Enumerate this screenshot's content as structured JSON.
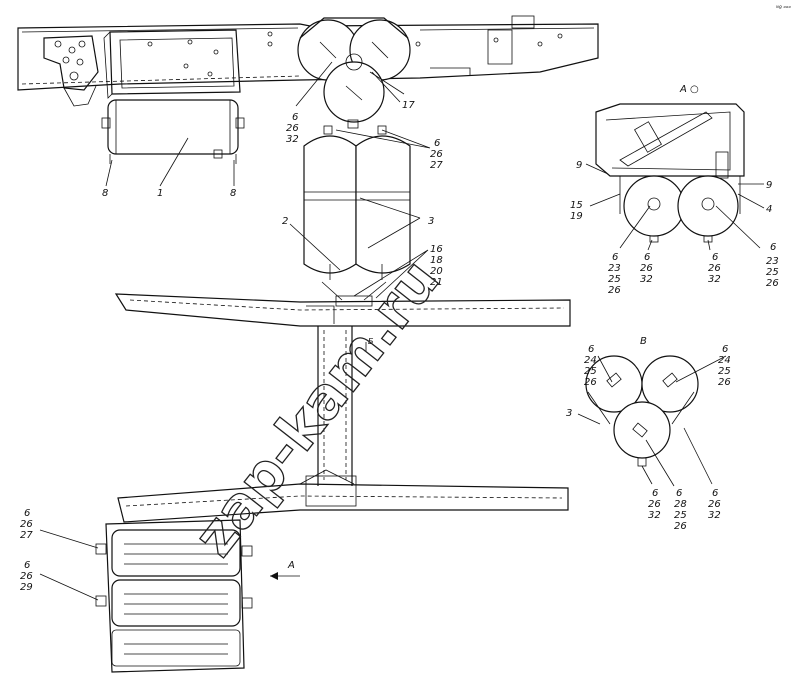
{
  "corner_mark": "ᴺº ᵒᵒᵒ",
  "watermark": "zap-kam.ru",
  "views": {
    "view_a_title": "A ○",
    "view_b_title": "B",
    "section_arrow_b": "Б",
    "arrow_a_label": "A"
  },
  "callouts": {
    "main_8_left": "8",
    "main_1": "1",
    "main_8_right": "8",
    "top_6_26_32": [
      "6",
      "26",
      "32"
    ],
    "top_17": "17",
    "tank_6_26_27": [
      "6",
      "26",
      "27"
    ],
    "tank_2": "2",
    "tank_3": "3",
    "tank_16_18_20_21": [
      "16",
      "18",
      "20",
      "21"
    ],
    "a_9_left": "9",
    "a_15_19": [
      "15",
      "19"
    ],
    "a_9_right": "9",
    "a_4": "4",
    "a_6_23_25_26_left": [
      "6",
      "23",
      "25",
      "26"
    ],
    "a_6_26_32_mid1": [
      "6",
      "26",
      "32"
    ],
    "a_6_26_32_mid2": [
      "6",
      "26",
      "32"
    ],
    "a_6_23_25_26_right": [
      "6",
      "23",
      "25",
      "26"
    ],
    "b_6_24_25_26_left": [
      "6",
      "24",
      "25",
      "26"
    ],
    "b_6_24_25_26_right": [
      "6",
      "24",
      "25",
      "26"
    ],
    "b_3": "3",
    "b_6_26_32_left": [
      "6",
      "26",
      "32"
    ],
    "b_6_28_25_26": [
      "6",
      "28",
      "25",
      "26"
    ],
    "b_6_26_32_right": [
      "6",
      "26",
      "32"
    ],
    "bot_6_26_27": [
      "6",
      "26",
      "27"
    ],
    "bot_6_26_29": [
      "6",
      "26",
      "29"
    ]
  }
}
